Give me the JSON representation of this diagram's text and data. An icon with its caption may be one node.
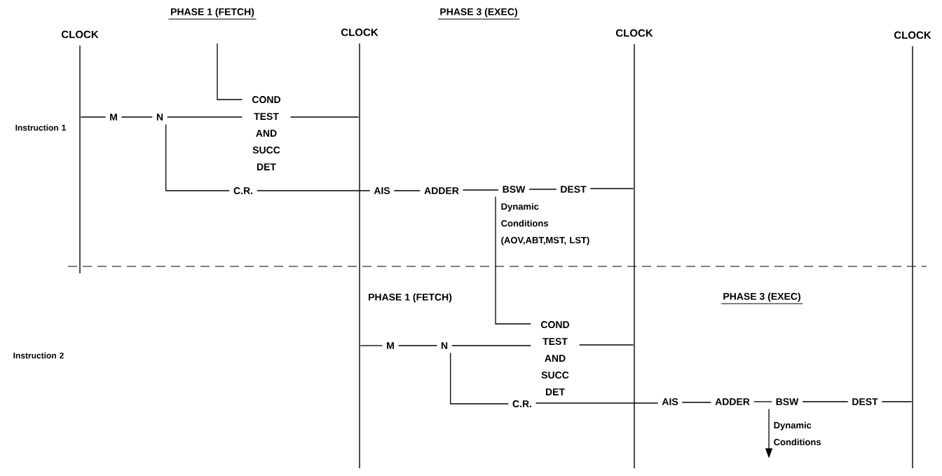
{
  "diagram": {
    "nodes": [
      {
        "text": [
          "CLOCK"
        ]
      },
      {
        "text": [
          "CLOCK"
        ]
      },
      {
        "text": [
          "CLOCK"
        ]
      },
      {
        "text": [
          "CLOCK"
        ]
      },
      {
        "text": [
          "M"
        ]
      },
      {
        "text": [
          "N"
        ]
      },
      {
        "text": [
          "COND TEST AND SUCC DET"
        ]
      },
      {
        "text": [
          "C.R."
        ]
      },
      {
        "text": [
          "AIS"
        ]
      },
      {
        "text": [
          "ADDER"
        ]
      },
      {
        "text": [
          "BSW"
        ]
      },
      {
        "text": [
          "DEST"
        ]
      },
      {
        "text": [
          "M"
        ]
      },
      {
        "text": [
          "N"
        ]
      },
      {
        "text": [
          "COND TEST AND SUCC DET"
        ]
      },
      {
        "text": [
          "C.R."
        ]
      },
      {
        "text": [
          "AIS"
        ]
      },
      {
        "text": [
          "ADDER"
        ]
      },
      {
        "text": [
          "BSW"
        ]
      },
      {
        "text": [
          "DEST"
        ]
      }
    ],
    "edges": [
      {
        "from": 0,
        "to": 4,
        "arrow": "none"
      },
      {
        "from": 4,
        "to": 5,
        "arrow": "none"
      },
      {
        "from": 5,
        "to": 6,
        "arrow": "none"
      },
      {
        "from": 6,
        "to": 1,
        "arrow": "none"
      },
      {
        "from": 5,
        "to": 7,
        "arrow": "none"
      },
      {
        "from": 7,
        "to": 8,
        "arrow": "none"
      },
      {
        "from": 8,
        "to": 9,
        "arrow": "none"
      },
      {
        "from": 9,
        "to": 10,
        "arrow": "none"
      },
      {
        "from": 10,
        "to": 11,
        "arrow": "none"
      },
      {
        "from": 11,
        "to": 2,
        "arrow": "none"
      },
      {
        "from": null,
        "to": 6,
        "arrow": "none"
      },
      {
        "from": 10,
        "to": 14,
        "arrow": "none",
        "label": "Dynamic Conditions (AOV,ABT,MST, LST)"
      },
      {
        "from": 1,
        "to": 12,
        "arrow": "none"
      },
      {
        "from": 12,
        "to": 13,
        "arrow": "none"
      },
      {
        "from": 13,
        "to": 14,
        "arrow": "none"
      },
      {
        "from": 14,
        "to": 2,
        "arrow": "none"
      },
      {
        "from": 13,
        "to": 15,
        "arrow": "none"
      },
      {
        "from": 15,
        "to": 16,
        "arrow": "none"
      },
      {
        "from": 16,
        "to": 17,
        "arrow": "none"
      },
      {
        "from": 17,
        "to": 18,
        "arrow": "none"
      },
      {
        "from": 18,
        "to": 19,
        "arrow": "none"
      },
      {
        "from": 19,
        "to": 3,
        "arrow": "none"
      },
      {
        "from": 18,
        "to": null,
        "arrow": "to",
        "label": "Dynamic Conditions"
      }
    ],
    "labels": [
      "PHASE 1 (FETCH)",
      "PHASE 3 (EXEC)",
      "Instruction 1",
      "PHASE 1 (FETCH)",
      "PHASE 3 (EXEC)",
      "Instruction 2"
    ]
  }
}
